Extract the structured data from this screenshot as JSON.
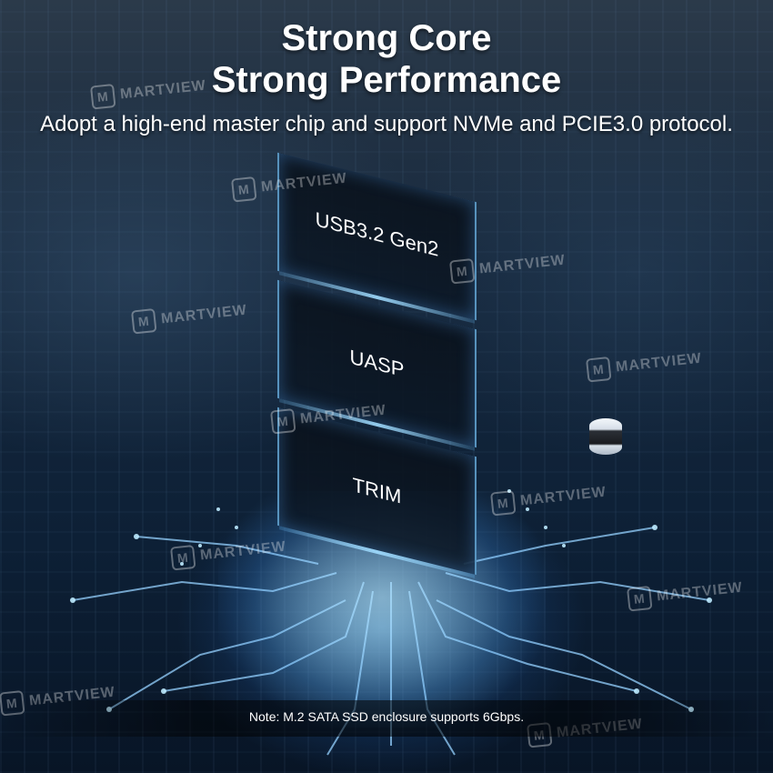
{
  "heading": {
    "line1": "Strong Core",
    "line2": "Strong Performance"
  },
  "subtitle": "Adopt a high-end master chip and support NVMe and PCIE3.0 protocol.",
  "layers": [
    {
      "label": "USB3.2 Gen2"
    },
    {
      "label": "UASP"
    },
    {
      "label": "TRIM"
    }
  ],
  "note": "Note: M.2 SATA SSD enclosure supports 6Gbps.",
  "watermark": {
    "text": "MARTVIEW",
    "logo_letter": "M"
  },
  "colors": {
    "glow": "#7cc8ff",
    "text": "#ffffff",
    "background": "#0b1a2c"
  }
}
